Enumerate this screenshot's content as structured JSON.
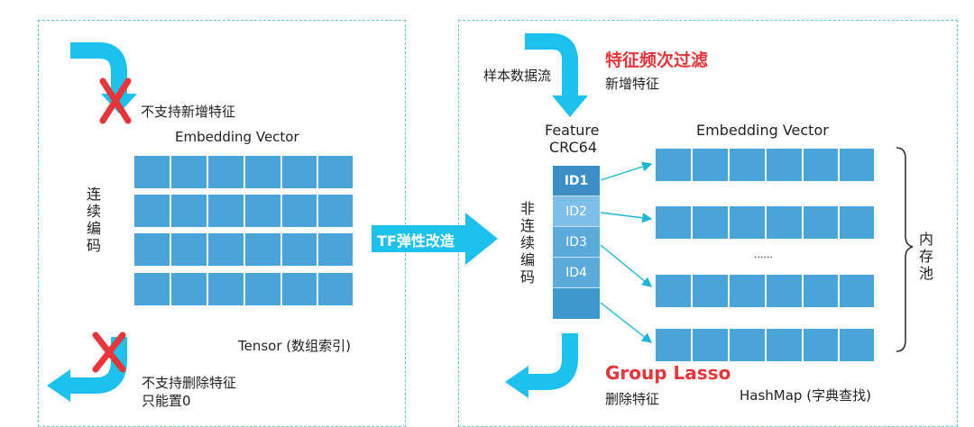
{
  "left": {
    "no_add_label": "不支持新增特征",
    "embedding_label": "Embedding Vector",
    "continuous_label": "连续编码",
    "tensor_label": "Tensor (数组索引)",
    "no_delete_label": "不支持删除特征",
    "zero_label": "只能置0"
  },
  "middle": {
    "arrow_label": "TF弹性改造"
  },
  "right": {
    "sample_stream_label": "样本数据流",
    "filter_label": "特征频次过滤",
    "new_feature_label": "新增特征",
    "feature_label": "Feature",
    "crc_label": "CRC64",
    "embedding_label": "Embedding Vector",
    "noncontinuous_label": "非连续编码",
    "ids": [
      "ID1",
      "ID2",
      "ID3",
      "ID4"
    ],
    "ellipsis": "......",
    "memory_pool_label": "内存池",
    "group_lasso_label": "Group Lasso",
    "delete_feature_label": "删除特征",
    "hashmap_label": "HashMap (字典查找)"
  },
  "colors": {
    "cell_blue": "#4aa3d9",
    "arrow_cyan": "#1cc1ee",
    "cross_red": "#e8353a",
    "border_dashed": "#5cc6e6"
  }
}
